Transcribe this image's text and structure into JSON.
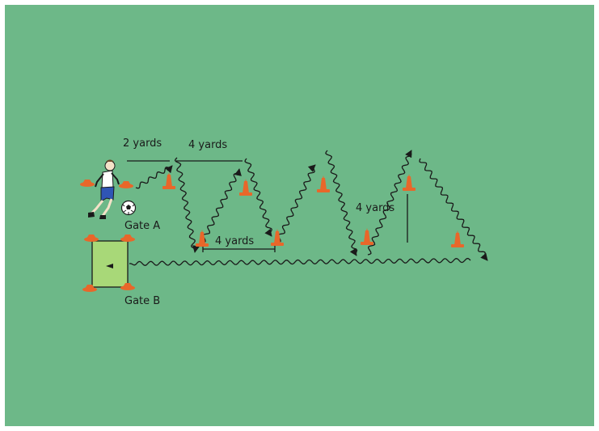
{
  "diagram": {
    "labels": {
      "spacing_2": "2 yards",
      "spacing_4_top": "4 yards",
      "spacing_4_bottom": "4 yards",
      "spacing_4_vertical": "4 yards",
      "gate_a": "Gate A",
      "gate_b": "Gate B"
    },
    "colors": {
      "field": "#6db888",
      "cone": "#e8672a",
      "gate_b_fill": "#a8d878",
      "path": "#1a1a1a"
    },
    "icons": [
      "player-icon",
      "soccer-ball-icon",
      "cone-icon"
    ]
  }
}
